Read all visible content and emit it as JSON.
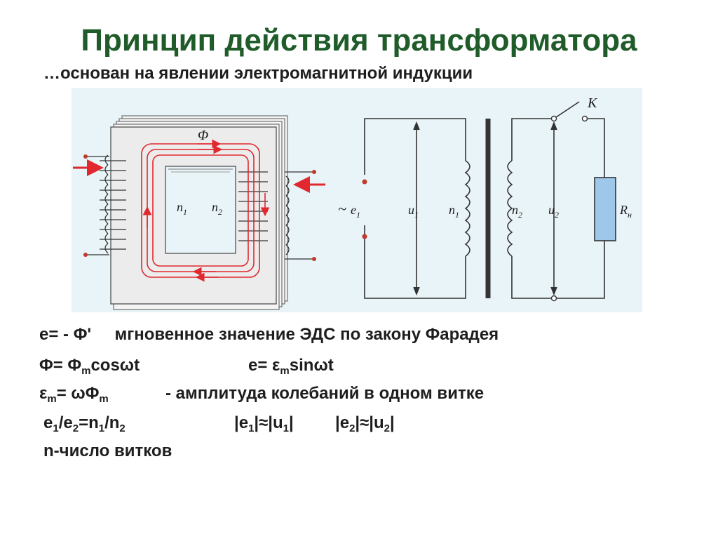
{
  "title": "Принцип действия трансформатора",
  "subtitle": "…основан на явлении электромагнитной индукции",
  "figure": {
    "core": {
      "flux_label": "Φ",
      "primary_label": "n",
      "primary_sub": "1",
      "secondary_label": "n",
      "secondary_sub": "2"
    },
    "circuit": {
      "source_symbol": "~",
      "e1": "e",
      "e1_sub": "1",
      "u1": "u",
      "u1_sub": "1",
      "n1": "n",
      "n1_sub": "1",
      "n2": "n",
      "n2_sub": "2",
      "u2": "u",
      "u2_sub": "2",
      "switch_label": "K",
      "load": "R",
      "load_sub": "н"
    }
  },
  "equations": {
    "line1": {
      "formula": "e= - Φ'",
      "text": "мгновенное значение ЭДС по закону Фарадея"
    },
    "line2": {
      "phi_a": "Φ= Φ",
      "phi_sub": "m",
      "phi_b": "cosωt",
      "e_a": "e= ε",
      "e_sub": "m",
      "e_b": "sinωt"
    },
    "line3": {
      "eps": "ε",
      "eps_sub": "m",
      "eq": "= ωΦ",
      "phi_sub": "m",
      "text": "- амплитуда колебаний в одном витке"
    },
    "line4": {
      "r_e": "e",
      "r_e1": "1",
      "r_slash1": "/e",
      "r_e2": "2",
      "r_eqn": "=n",
      "r_n1": "1",
      "r_slash2": "/n",
      "r_n2": "2",
      "a1": "|e",
      "a1s": "1",
      "a1m": "|≈|u",
      "a1s2": "1",
      "a1e": "|",
      "b1": "|e",
      "b1s": "2",
      "b1m": "|≈|u",
      "b1s2": "2",
      "b1e": "|"
    },
    "line5": "n-число витков"
  },
  "colors": {
    "title": "#1f5c2a",
    "text": "#1e1e1e",
    "figure_bg": "#e9f4f8",
    "flux": "#e0282e",
    "load_fill": "#9dc8ea"
  }
}
